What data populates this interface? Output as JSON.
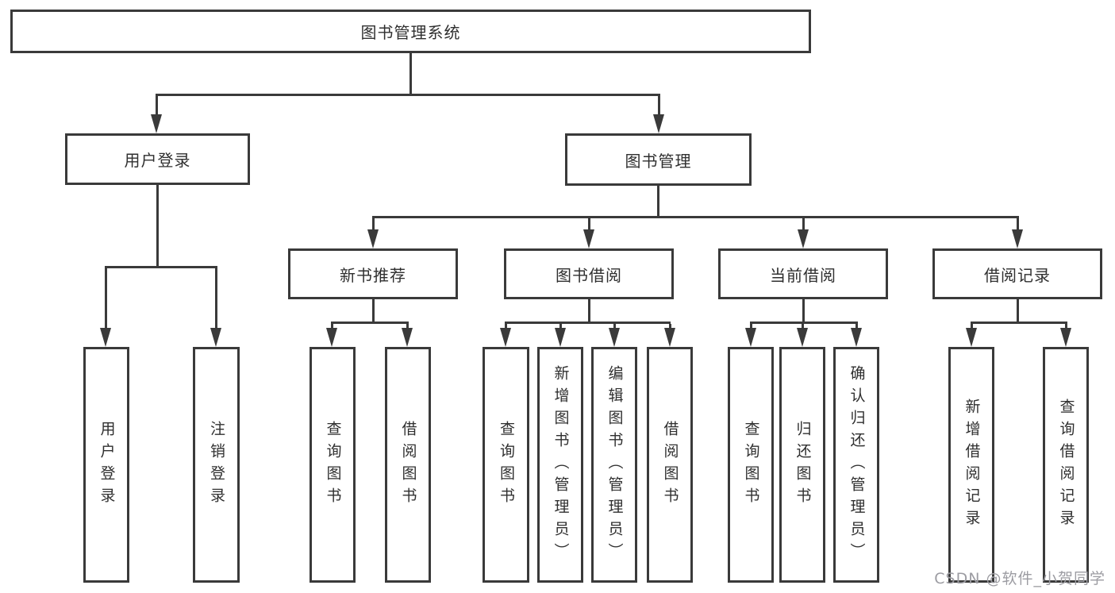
{
  "diagram": {
    "title": "图书管理系统",
    "root": {
      "label": "图书管理系统"
    },
    "branches": [
      {
        "label": "用户登录",
        "children": [
          {
            "label": "用户登录"
          },
          {
            "label": "注销登录"
          }
        ]
      },
      {
        "label": "图书管理",
        "children": [
          {
            "label": "新书推荐",
            "children": [
              {
                "label": "查询图书"
              },
              {
                "label": "借阅图书"
              }
            ]
          },
          {
            "label": "图书借阅",
            "children": [
              {
                "label": "查询图书"
              },
              {
                "label": "新增图书（管理员）"
              },
              {
                "label": "编辑图书（管理员）"
              },
              {
                "label": "借阅图书"
              }
            ]
          },
          {
            "label": "当前借阅",
            "children": [
              {
                "label": "查询图书"
              },
              {
                "label": "归还图书"
              },
              {
                "label": "确认归还（管理员）"
              }
            ]
          },
          {
            "label": "借阅记录",
            "children": [
              {
                "label": "新增借阅记录"
              },
              {
                "label": "查询借阅记录"
              }
            ]
          }
        ]
      }
    ]
  },
  "watermark": {
    "text": "CSDN @软件_小贺同学"
  },
  "colors": {
    "line": "#3a3a3a",
    "text": "#2f2f2f",
    "watermark": "#9c9ca2",
    "background": "#ffffff"
  }
}
